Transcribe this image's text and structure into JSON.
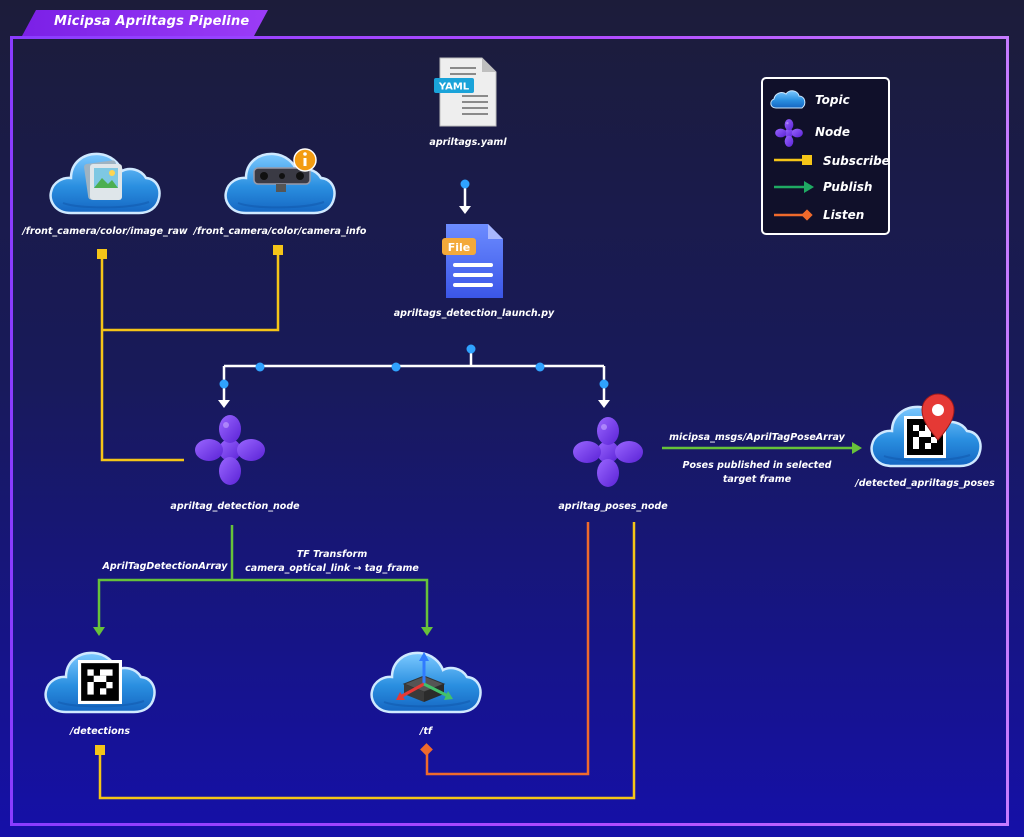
{
  "title": "Micipsa Apriltags Pipeline",
  "colors": {
    "subscribe": "#f5c518",
    "publish": "#67c23a",
    "listen": "#ef6a2c",
    "launch": "#ffffff",
    "node": "#7b3ff2",
    "topic": "#2a8fe0"
  },
  "legend": {
    "topic": "Topic",
    "node": "Node",
    "subscribe": "Subscribe",
    "publish": "Publish",
    "listen": "Listen"
  },
  "files": {
    "yaml_icon_text": "YAML",
    "yaml_name": "apriltags.yaml",
    "launch_icon_text": "File",
    "launch_name": "apriltags_detection_launch.py"
  },
  "topics": {
    "image_raw": "/front_camera/color/image_raw",
    "camera_info": "/front_camera/color/camera_info",
    "detected_poses": "/detected_apriltags_poses",
    "detections": "/detections",
    "tf": "/tf"
  },
  "nodes": {
    "detection": "apriltag_detection_node",
    "poses": "apriltag_poses_node"
  },
  "edges": {
    "pose_array_msg": "micipsa_msgs/AprilTagPoseArray",
    "pose_note_line1": "Poses published in selected",
    "pose_note_line2": "target frame",
    "detection_array_msg": "AprilTagDetectionArray",
    "tf_line1": "TF Transform",
    "tf_line2": "camera_optical_link → tag_frame"
  },
  "icons": {
    "topic": "cloud-icon",
    "node": "ros-node-icon",
    "image": "image-icon",
    "camera": "depth-camera-icon",
    "info": "info-icon",
    "tag": "apriltag-icon",
    "map_pin": "map-pin-icon",
    "axes": "coordinate-axes-icon",
    "yaml": "yaml-file-icon",
    "launch": "launch-file-icon"
  }
}
